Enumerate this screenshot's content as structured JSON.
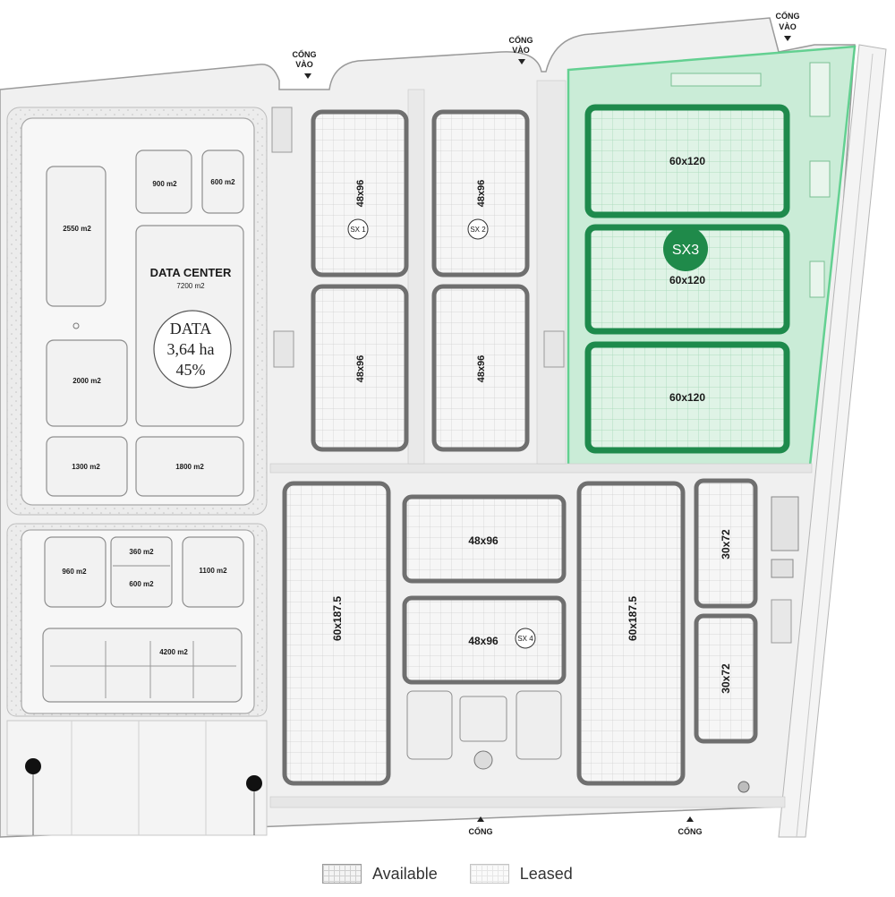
{
  "gates": {
    "top_left": [
      "CỔNG",
      "VÀO"
    ],
    "top_middle": [
      "CỔNG",
      "VÀO"
    ],
    "top_right": [
      "CỔNG",
      "VÀO"
    ],
    "bottom_left": "CỔNG",
    "bottom_right": "CỔNG"
  },
  "data_zone": {
    "title": "DATA CENTER",
    "area": "7200 m2",
    "badge": [
      "DATA",
      "3,64 ha",
      "45%"
    ],
    "lots": {
      "a": "2550 m2",
      "b": "900 m2",
      "c": "600 m2",
      "d": "2000 m2",
      "e": "1300 m2",
      "f": "1800 m2",
      "g": "960 m2",
      "h": "360 m2",
      "i": "600 m2",
      "j": "1100 m2",
      "k": "4200 m2"
    }
  },
  "buildings": {
    "sx1_top": "48x96",
    "sx1_bottom": "48x96",
    "sx2_top": "48x96",
    "sx2_bottom": "48x96",
    "sx3_a": "60x120",
    "sx3_b": "60x120",
    "sx3_c": "60x120",
    "sx4_left": "60x187.5",
    "sx4_mid_top": "48x96",
    "sx4_mid_bottom": "48x96",
    "sx4_right": "60x187.5",
    "side_top": "30x72",
    "side_bottom": "30x72"
  },
  "zone_markers": {
    "sx1": "SX 1",
    "sx2": "SX 2",
    "sx3": "SX3",
    "sx4": "SX 4"
  },
  "legend": {
    "available": "Available",
    "leased": "Leased"
  },
  "colors": {
    "highlight_fill": "#c9ecd6",
    "highlight_stroke": "#5ccf8c",
    "building_stroke": "#1e8a4c",
    "marker_fill": "#1f8a4a"
  }
}
